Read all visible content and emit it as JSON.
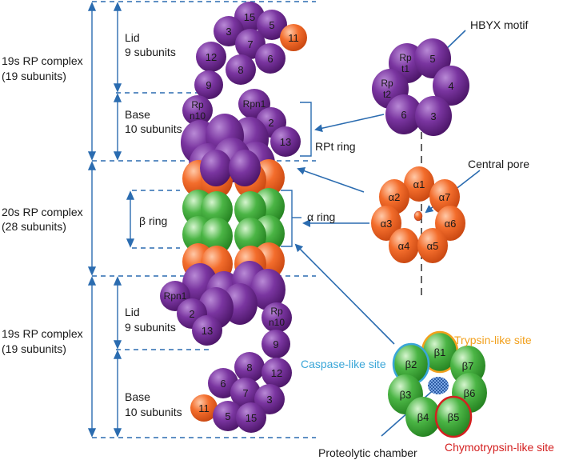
{
  "colors": {
    "purple": "#6f2c91",
    "orange": "#f06a2a",
    "green": "#3da43a",
    "blue_line": "#2b6cb0",
    "caspase": "#3aa6d8",
    "trypsin": "#f2a01c",
    "chymotrypsin": "#d42020"
  },
  "left_labels": {
    "rp19_top_1": "19s RP complex",
    "rp19_top_2": "(19 subunits)",
    "lid_top_1": "Lid",
    "lid_top_2": "9 subunits",
    "base_top_1": "Base",
    "base_top_2": "10 subunits",
    "rp20_1": "20s RP complex",
    "rp20_2": "(28 subunits)",
    "beta_ring": "β ring",
    "rp19_bot_1": "19s RP complex",
    "rp19_bot_2": "(19 subunits)",
    "lid_bot_1": "Lid",
    "lid_bot_2": "9 subunits",
    "base_bot_1": "Base",
    "base_bot_2": "10 subunits"
  },
  "middle_labels": {
    "rpt_ring": "RPt ring",
    "alpha_ring": "α ring"
  },
  "right_labels": {
    "hbyx": "HBYX motif",
    "central_pore": "Central pore",
    "trypsin": "Trypsin-like site",
    "caspase": "Caspase-like site",
    "chymotrypsin": "Chymotrypsin-like site",
    "proteolytic": "Proteolytic chamber"
  },
  "lid_top_subunits": [
    "15",
    "5",
    "3",
    "7",
    "11",
    "12",
    "6",
    "8",
    "9"
  ],
  "base_top_subunits": [
    "Rp n10",
    "Rpn1",
    "2",
    "13"
  ],
  "lid_bot_subunits": [
    "Rpn1",
    "2",
    "13",
    "Rp n10",
    "9"
  ],
  "base_bot_subunits": [
    "8",
    "12",
    "6",
    "7",
    "3",
    "11",
    "5",
    "15"
  ],
  "rpt_ring_subunits": [
    "Rp t1",
    "5",
    "Rp t2",
    "4",
    "6",
    "3"
  ],
  "alpha_ring_subunits": [
    "α1",
    "α2",
    "α7",
    "α3",
    "α6",
    "α4",
    "α5"
  ],
  "beta_ring_subunits": [
    "β1",
    "β2",
    "β7",
    "β3",
    "β6",
    "β4",
    "β5"
  ]
}
